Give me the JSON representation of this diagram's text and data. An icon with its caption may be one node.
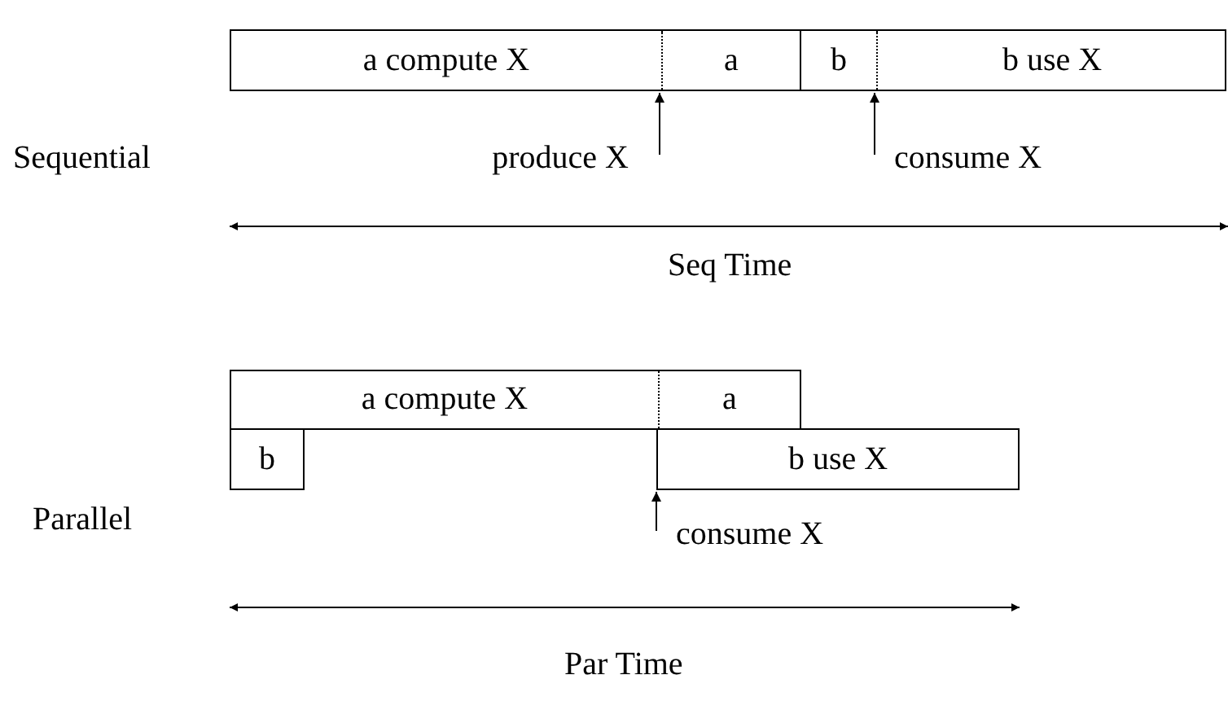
{
  "diagram": {
    "nodes": [
      {
        "text": [
          "a compute X",
          "a"
        ]
      },
      {
        "text": [
          "b",
          "b use X"
        ]
      },
      {
        "text": [
          "produce X"
        ]
      },
      {
        "text": [
          "consume X"
        ]
      },
      {
        "text": [
          "a compute X",
          "a"
        ]
      },
      {
        "text": [
          "b"
        ]
      },
      {
        "text": [
          "b use X"
        ]
      },
      {
        "text": [
          "consume X"
        ]
      }
    ],
    "edges": [
      {
        "from": 2,
        "to": 0,
        "arrow": "to"
      },
      {
        "from": 3,
        "to": 1,
        "arrow": "to"
      },
      {
        "from": 7,
        "to": 6,
        "arrow": "to"
      }
    ],
    "labels": [
      "Sequential",
      "Seq Time",
      "Parallel",
      "Par Time"
    ]
  }
}
